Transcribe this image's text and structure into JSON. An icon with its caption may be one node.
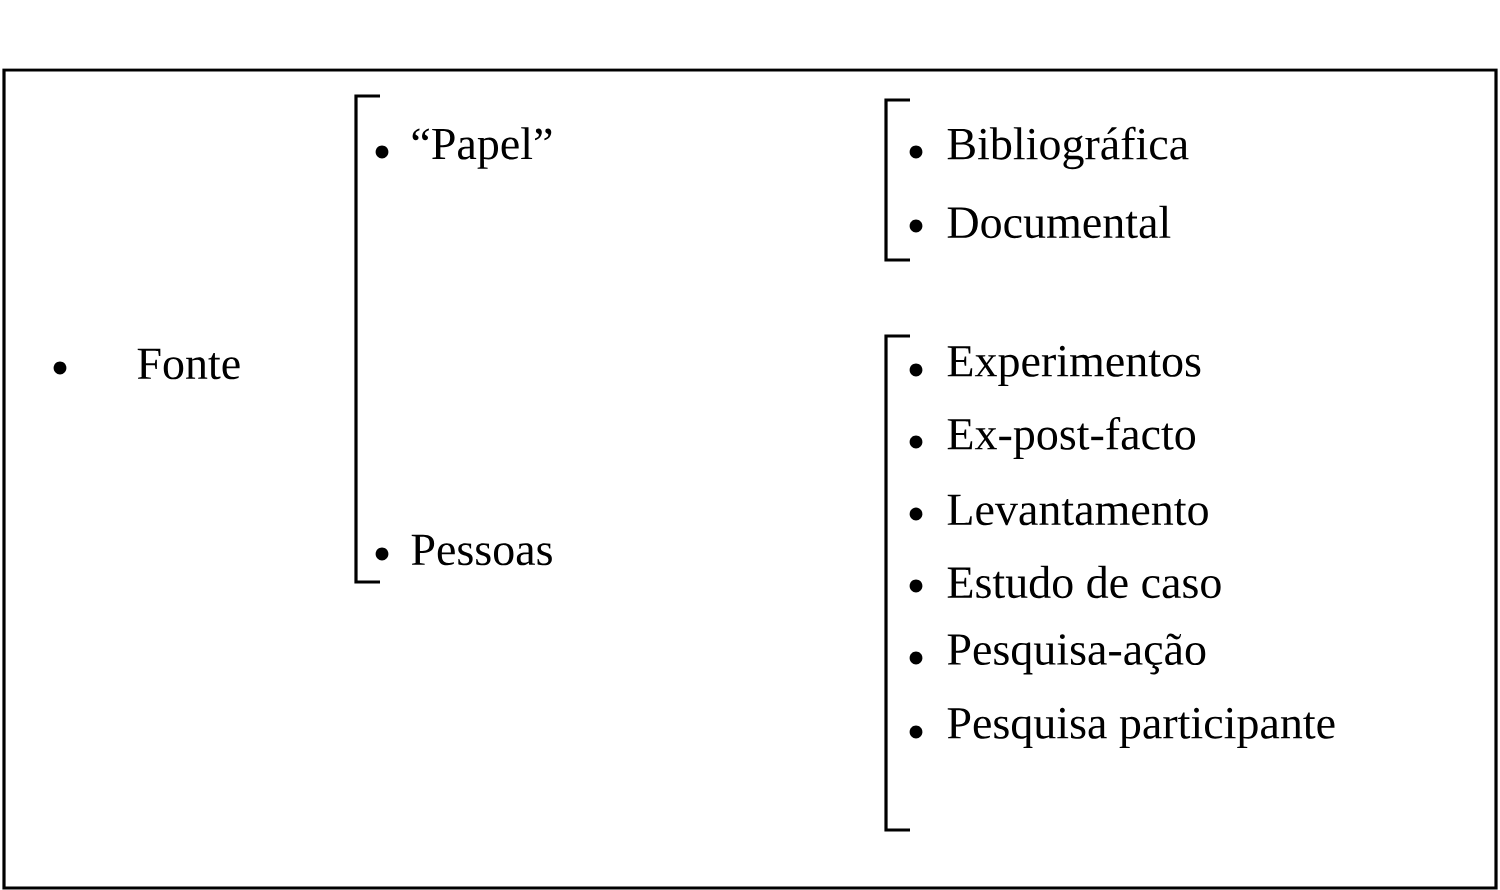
{
  "diagram": {
    "labels": [
      "“Papel”",
      "Bibliográfica",
      "Documental",
      "Fonte",
      "Experimentos",
      "Ex-post-facto",
      "Levantamento",
      "Pessoas",
      "Estudo de caso",
      "Pesquisa-ação",
      "Pesquisa participante"
    ]
  }
}
